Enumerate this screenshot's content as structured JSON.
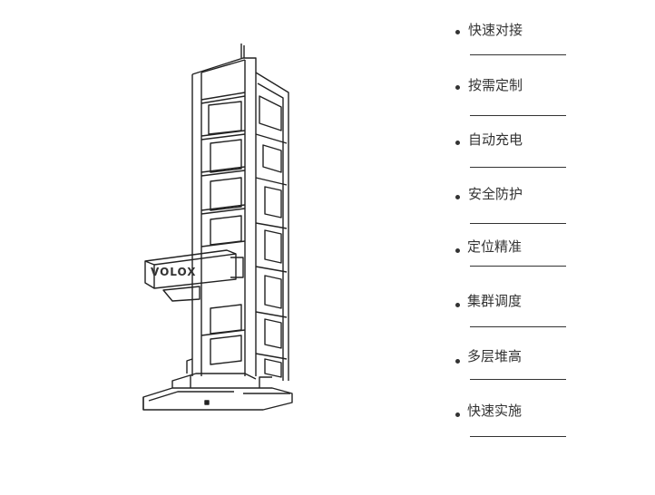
{
  "machine": {
    "brand": "VOLOX"
  },
  "features": [
    {
      "label": "快速对接"
    },
    {
      "label": "按需定制"
    },
    {
      "label": "自动充电"
    },
    {
      "label": "安全防护"
    },
    {
      "label": "定位精准"
    },
    {
      "label": "集群调度"
    },
    {
      "label": "多层堆高"
    },
    {
      "label": "快速实施"
    }
  ]
}
